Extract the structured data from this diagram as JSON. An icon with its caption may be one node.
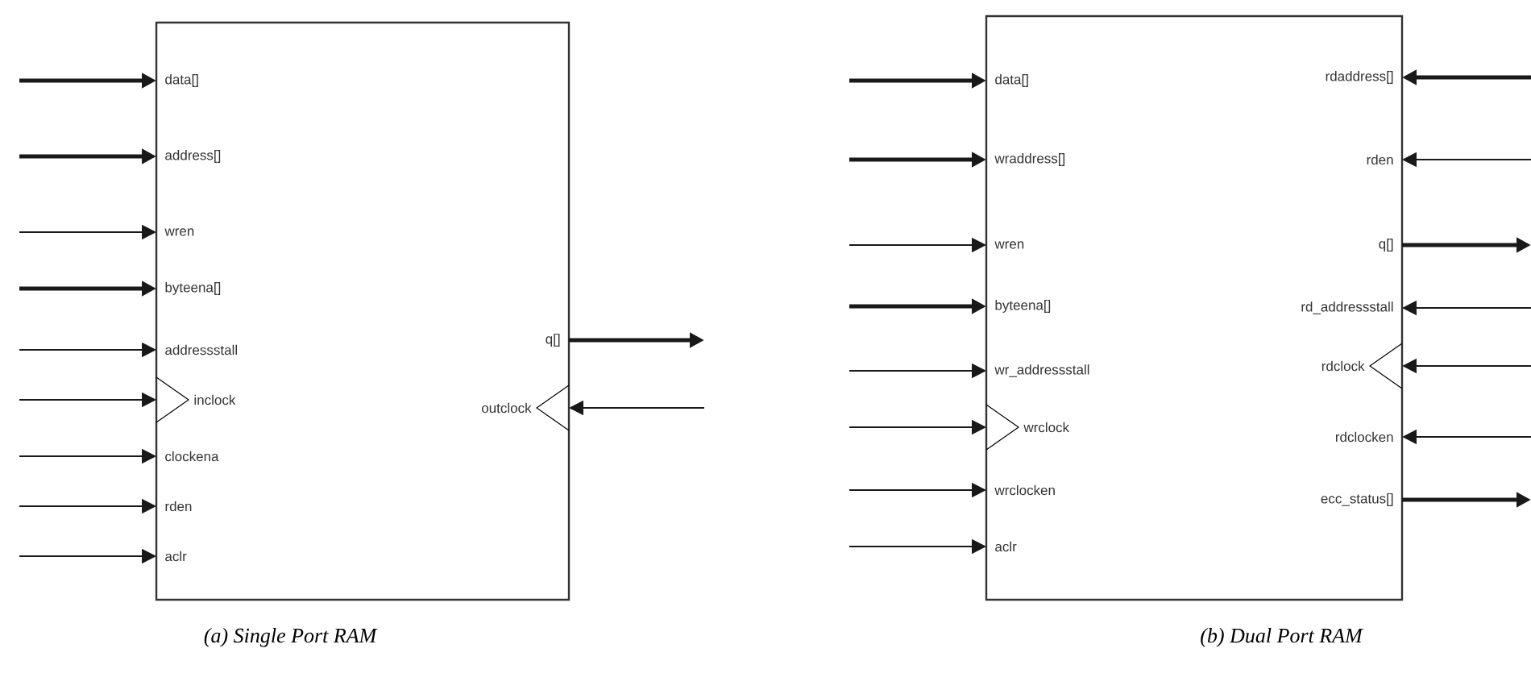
{
  "diagram": {
    "nodes": [
      {
        "text": [],
        "shape": "box"
      },
      {
        "text": [
          "data[]"
        ],
        "in": 0
      },
      {
        "text": [
          "address[]"
        ],
        "in": 0
      },
      {
        "text": [
          "wren"
        ],
        "in": 0
      },
      {
        "text": [
          "byteena[]"
        ],
        "in": 0
      },
      {
        "text": [
          "addressstall"
        ],
        "in": 0
      },
      {
        "text": [
          "inclock"
        ],
        "in": 0
      },
      {
        "text": [
          "clockena"
        ],
        "in": 0
      },
      {
        "text": [
          "rden"
        ],
        "in": 0
      },
      {
        "text": [
          "aclr"
        ],
        "in": 0
      },
      {
        "text": [
          "q[]"
        ],
        "in": 0
      },
      {
        "text": [
          "outclock"
        ],
        "in": 0
      },
      {
        "text": [],
        "shape": "box"
      },
      {
        "text": [
          "data[]"
        ],
        "in": 12
      },
      {
        "text": [
          "wraddress[]"
        ],
        "in": 12
      },
      {
        "text": [
          "wren"
        ],
        "in": 12
      },
      {
        "text": [
          "byteena[]"
        ],
        "in": 12
      },
      {
        "text": [
          "wr_addressstall"
        ],
        "in": 12
      },
      {
        "text": [
          "wrclock"
        ],
        "in": 12
      },
      {
        "text": [
          "wrclocken"
        ],
        "in": 12
      },
      {
        "text": [
          "aclr"
        ],
        "in": 12
      },
      {
        "text": [
          "rdaddress[]"
        ],
        "in": 12
      },
      {
        "text": [
          "rden"
        ],
        "in": 12
      },
      {
        "text": [
          "q[]"
        ],
        "in": 12
      },
      {
        "text": [
          "rd_addressstall"
        ],
        "in": 12
      },
      {
        "text": [
          "rdclock"
        ],
        "in": 12
      },
      {
        "text": [
          "rdclocken"
        ],
        "in": 12
      },
      {
        "text": [
          "ecc_status[]"
        ],
        "in": 12
      }
    ],
    "edges": [
      {
        "from": null,
        "to": 1,
        "arrow": "to",
        "style": "thick"
      },
      {
        "from": null,
        "to": 2,
        "arrow": "to",
        "style": "thick"
      },
      {
        "from": null,
        "to": 3,
        "arrow": "to"
      },
      {
        "from": null,
        "to": 4,
        "arrow": "to",
        "style": "thick"
      },
      {
        "from": null,
        "to": 5,
        "arrow": "to"
      },
      {
        "from": null,
        "to": 6,
        "arrow": "to"
      },
      {
        "from": null,
        "to": 7,
        "arrow": "to"
      },
      {
        "from": null,
        "to": 8,
        "arrow": "to"
      },
      {
        "from": null,
        "to": 9,
        "arrow": "to"
      },
      {
        "from": 10,
        "to": null,
        "arrow": "to",
        "style": "thick"
      },
      {
        "from": null,
        "to": 11,
        "arrow": "to"
      },
      {
        "from": null,
        "to": 13,
        "arrow": "to",
        "style": "thick"
      },
      {
        "from": null,
        "to": 14,
        "arrow": "to",
        "style": "thick"
      },
      {
        "from": null,
        "to": 15,
        "arrow": "to"
      },
      {
        "from": null,
        "to": 16,
        "arrow": "to",
        "style": "thick"
      },
      {
        "from": null,
        "to": 17,
        "arrow": "to"
      },
      {
        "from": null,
        "to": 18,
        "arrow": "to"
      },
      {
        "from": null,
        "to": 19,
        "arrow": "to"
      },
      {
        "from": null,
        "to": 20,
        "arrow": "to"
      },
      {
        "from": null,
        "to": 21,
        "arrow": "to",
        "style": "thick"
      },
      {
        "from": null,
        "to": 22,
        "arrow": "to"
      },
      {
        "from": 23,
        "to": null,
        "arrow": "to",
        "style": "thick"
      },
      {
        "from": null,
        "to": 24,
        "arrow": "to"
      },
      {
        "from": null,
        "to": 25,
        "arrow": "to"
      },
      {
        "from": null,
        "to": 26,
        "arrow": "to"
      },
      {
        "from": 27,
        "to": null,
        "arrow": "to",
        "style": "thick"
      }
    ],
    "labels": [
      "(a) Single Port RAM",
      "(b) Dual Port RAM"
    ]
  }
}
